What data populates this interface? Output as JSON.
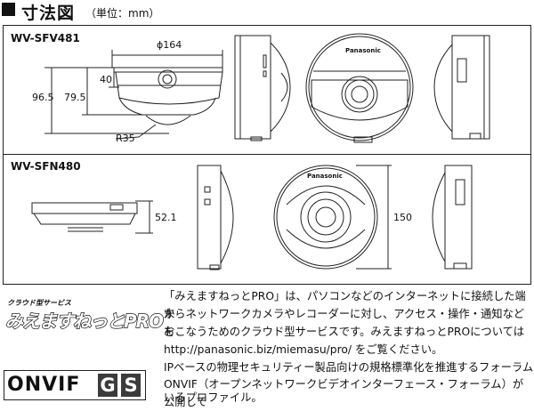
{
  "section": {
    "title": "寸法図",
    "unit": "（単位：mm）"
  },
  "models": [
    {
      "name": "WV-SFV481",
      "dims": {
        "diameter": "ϕ164",
        "height_total": "96.5",
        "height_body": "79.5",
        "height_top": "40",
        "radius": "R35"
      }
    },
    {
      "name": "WV-SFN480",
      "dims": {
        "height": "52.1",
        "diameter": "150"
      }
    }
  ],
  "brand_mark": "Panasonic",
  "cloud_service": {
    "small_label": "クラウド型サービス",
    "logo": "みえますねっとPRO",
    "lines": [
      "「みえますねっとPRO」は、パソコンなどのインターネットに接続した端末",
      "からネットワークカメラやレコーダーに対し、アクセス・操作・通知などを",
      "おこなうためのクラウド型サービスです。みえますねっとPROについては",
      "http://panasonic.biz/miemasu/pro/ をご覧ください。"
    ]
  },
  "onvif": {
    "logo_word": "ONVIF",
    "logo_profile": [
      "G",
      "S"
    ],
    "lines": [
      "IPベースの物理セキュリティー製品向けの規格標準化を推進するフォーラム",
      "ONVIF（オープンネットワークビデオインターフェース・フォーラム）が公開して",
      "いるプロファイル。"
    ]
  }
}
